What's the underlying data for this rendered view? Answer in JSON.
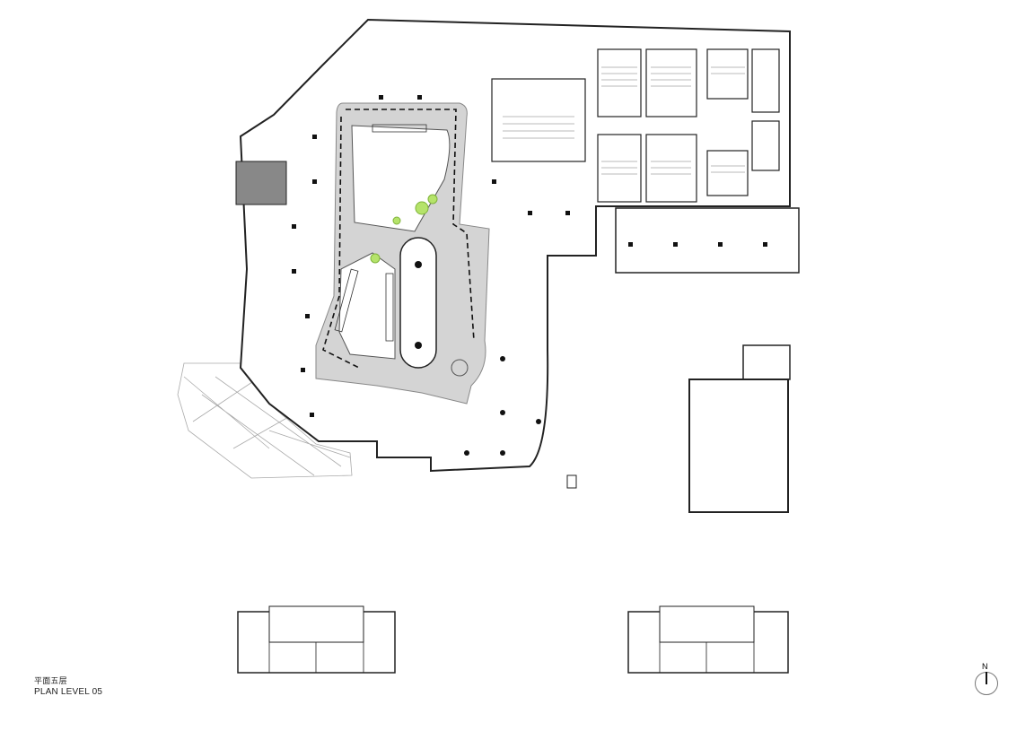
{
  "drawing": {
    "title_cn": "平面五层",
    "title_en": "PLAN LEVEL 05",
    "north_label": "N"
  },
  "colors": {
    "line": "#222222",
    "atrium_fill": "#d4d4d4",
    "landscape": "#b5e36a"
  }
}
